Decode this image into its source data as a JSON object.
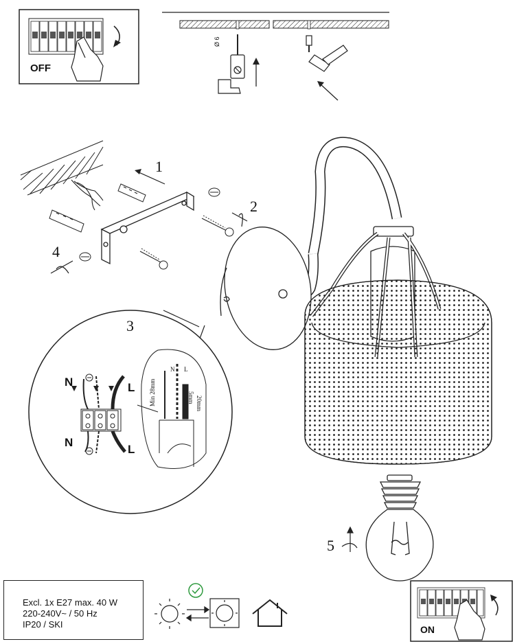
{
  "panels": {
    "off_label": "OFF",
    "on_label": "ON",
    "drill_size": "Ø 6"
  },
  "steps": {
    "step1": "1",
    "step2": "2",
    "step3": "3",
    "step4": "4",
    "step5": "5"
  },
  "wiring": {
    "neutral_top": "N",
    "neutral_bottom": "N",
    "live_top": "L",
    "live_bottom": "L",
    "detail_n": "N",
    "detail_l": "L",
    "min_length": "Min 28mm",
    "strip_5mm": "5mm",
    "strip_20mm": "20mm"
  },
  "specs": {
    "line1": "Excl. 1x E27 max. 40 W",
    "line2": "220-240V~ / 50 Hz",
    "line3": "IP20 / SKI"
  },
  "icons": {
    "main_switch": "circuit-breaker-icon",
    "hand": "hand-icon",
    "drill": "drill-icon",
    "hammer": "hammer-icon",
    "warm_light": "warm-light-icon",
    "cool_light": "cool-light-icon",
    "swap_arrows": "swap-arrows-icon",
    "check": "check-circle-icon",
    "indoor": "house-icon"
  },
  "colors": {
    "line": "#111111",
    "check": "#2e9a3e"
  }
}
